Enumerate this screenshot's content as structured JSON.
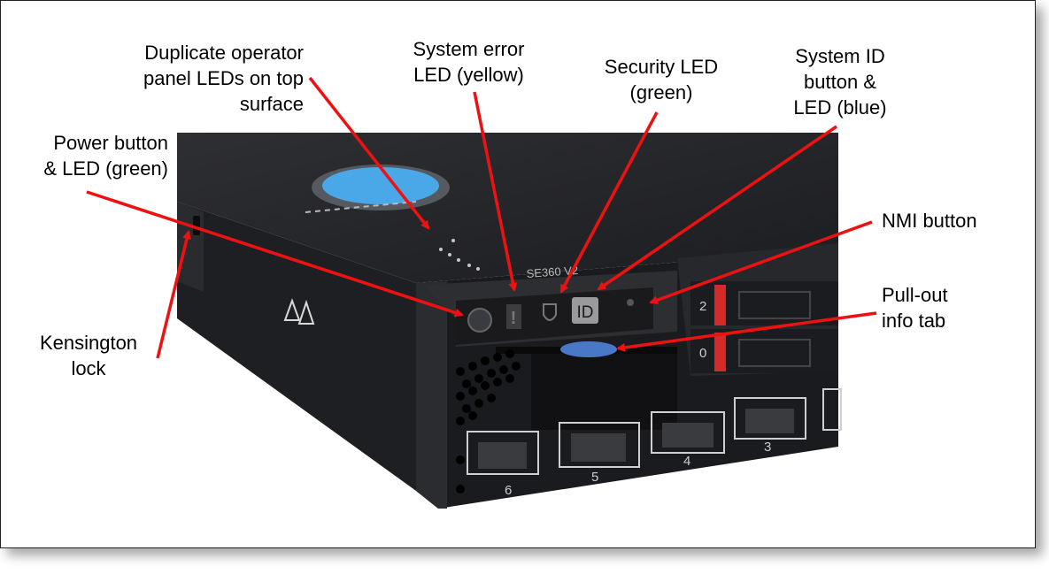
{
  "labels": {
    "duplicate_leds": [
      "Duplicate operator",
      "panel LEDs on top",
      "surface"
    ],
    "system_error": [
      "System error",
      "LED (yellow)"
    ],
    "security": [
      "Security LED",
      "(green)"
    ],
    "system_id": [
      "System ID",
      "button &",
      "LED (blue)"
    ],
    "power": [
      "Power button",
      "& LED (green)"
    ],
    "nmi": [
      "NMI button"
    ],
    "pullout": [
      "Pull-out",
      "info tab"
    ],
    "kensington": [
      "Kensington",
      "lock"
    ]
  },
  "device": {
    "model": "SE360 V2",
    "id_button_text": "ID",
    "drive_bays": [
      "2",
      "0"
    ],
    "ports": [
      "6",
      "5",
      "4",
      "3"
    ]
  },
  "colors": {
    "arrow": "#ee1111",
    "chassis": "#232427",
    "led_blue": "#4aa8e8",
    "drive_latch": "#d42a2a"
  }
}
